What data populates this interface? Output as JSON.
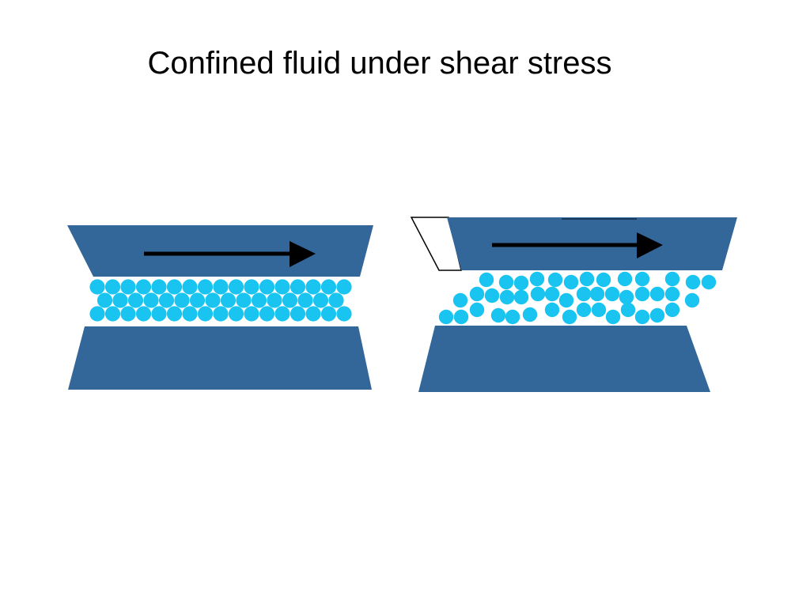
{
  "slide": {
    "title": "Confined fluid under shear stress"
  },
  "colors": {
    "plate": "#336699",
    "particle": "#1ac4f0",
    "arrow": "#000000",
    "background": "#ffffff"
  },
  "panels": [
    {
      "name": "ordered-layers",
      "plate_motion": "right",
      "particle_arrangement": "ordered"
    },
    {
      "name": "disordered-after-shear",
      "plate_motion": "right",
      "particle_arrangement": "disordered"
    }
  ]
}
